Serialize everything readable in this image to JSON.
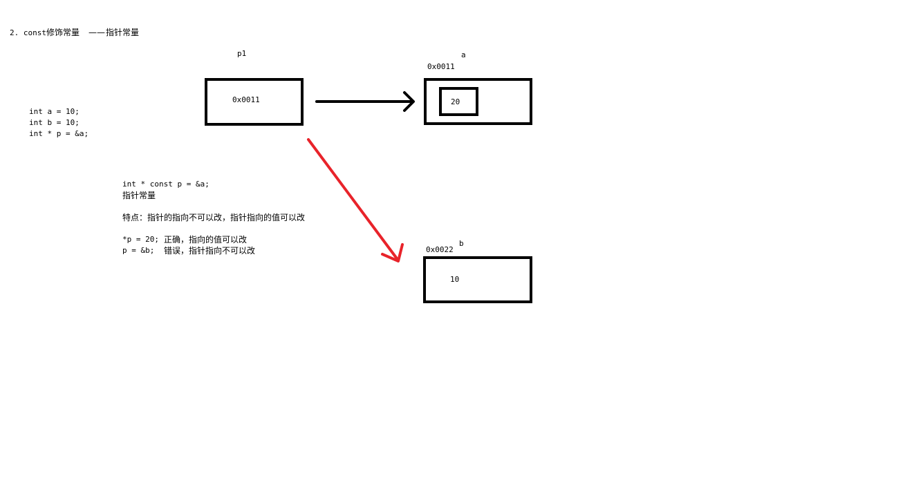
{
  "heading": {
    "prefix": "2. const",
    "rest": "修饰常量",
    "dash": "——",
    "sub": "指针常量"
  },
  "code_left": [
    "int a = 10;",
    "int b = 10;",
    "int * p = &a;"
  ],
  "nodes": {
    "p": {
      "name": "p1",
      "value": "0x0011"
    },
    "a": {
      "name": "a",
      "address": "0x0011",
      "value": "20"
    },
    "b": {
      "name": "b",
      "address": "0x0022",
      "value": "10"
    }
  },
  "explanation": {
    "code": "int * const p = &a;",
    "title": "指针常量",
    "feature": "特点：指针的指向不可以改，指针指向的值可以改",
    "line1_code": "*p = 20;",
    "line1_note": "正确，指向的值可以改",
    "line2_code": "p = &b;",
    "line2_note": "错误，指针指向不可以改"
  },
  "colors": {
    "pointer_arrow": "#000000",
    "forbidden_arrow": "#e8232a"
  }
}
